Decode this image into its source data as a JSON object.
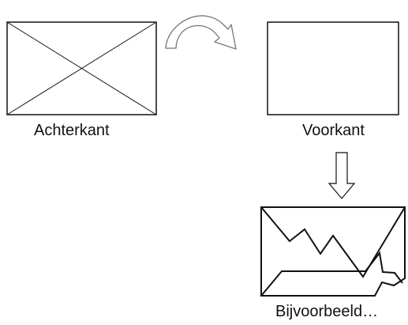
{
  "labels": {
    "back": "Achterkant",
    "front": "Voorkant",
    "example": "Bijvoorbeeld…"
  },
  "colors": {
    "stroke": "#111111",
    "arrow_stroke": "#777777",
    "fill": "#ffffff"
  },
  "icons": {
    "curved_arrow": "curved-arrow-right-icon",
    "down_arrow": "down-arrow-icon"
  }
}
